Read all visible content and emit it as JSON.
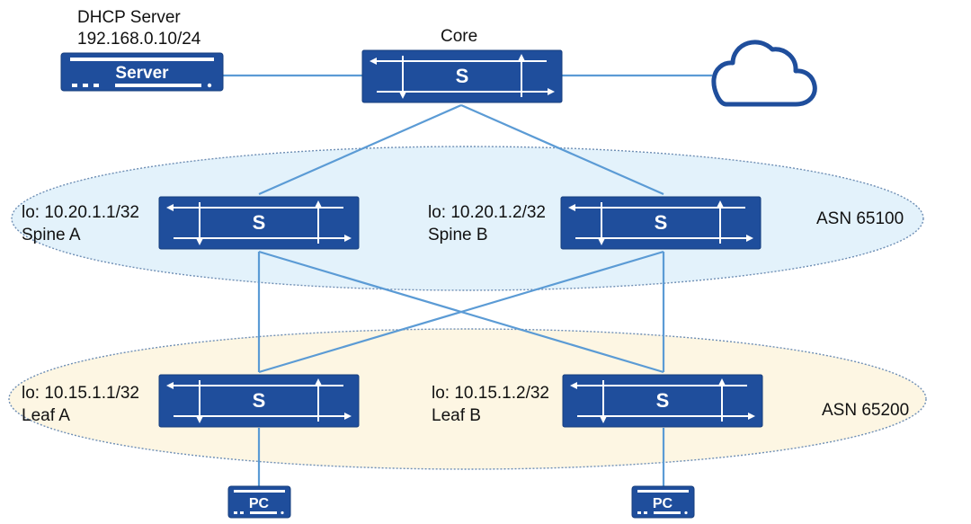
{
  "server": {
    "title": "DHCP Server",
    "ip": "192.168.0.10/24",
    "device_label": "Server"
  },
  "core": {
    "label": "Core",
    "symbol": "S"
  },
  "spine_a": {
    "lo": "lo: 10.20.1.1/32",
    "name": "Spine A",
    "symbol": "S"
  },
  "spine_b": {
    "lo": "lo: 10.20.1.2/32",
    "name": "Spine B",
    "symbol": "S"
  },
  "leaf_a": {
    "lo": "lo: 10.15.1.1/32",
    "name": "Leaf A",
    "symbol": "S"
  },
  "leaf_b": {
    "lo": "lo: 10.15.1.2/32",
    "name": "Leaf B",
    "symbol": "S"
  },
  "asn_spine": "ASN 65100",
  "asn_leaf": "ASN 65200",
  "pc_a": {
    "label": "PC"
  },
  "pc_b": {
    "label": "PC"
  },
  "colors": {
    "device": "#1f4e9c",
    "device_stroke": "#163d7d",
    "link": "#5b9bd5",
    "spine_zone": "#e3f2fb",
    "leaf_zone": "#fdf6e3",
    "zone_border": "#6f8fb5",
    "cloud": "#1f4e9c"
  }
}
